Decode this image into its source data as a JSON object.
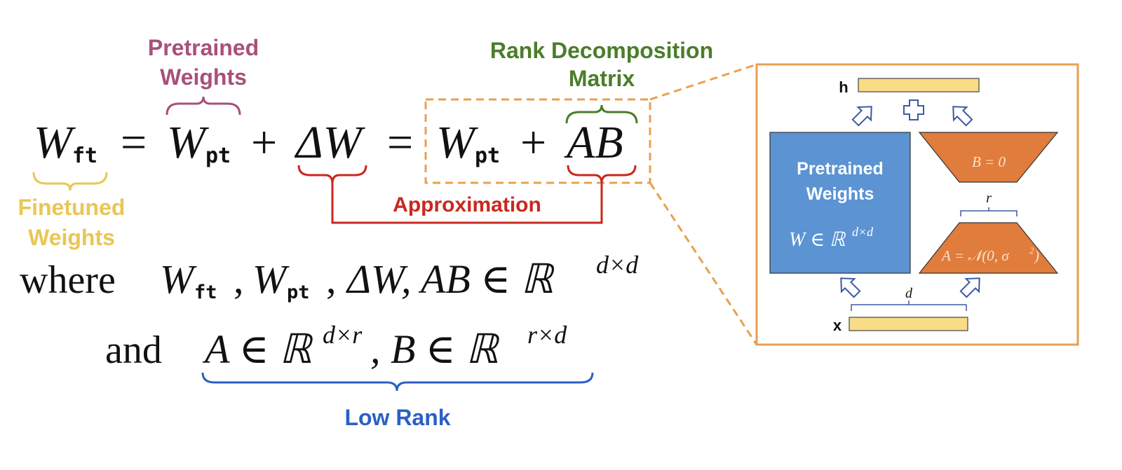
{
  "colors": {
    "pretrained": "#a8507a",
    "rank": "#4b7d2a",
    "finetuned": "#eac654",
    "approx": "#c8281e",
    "lowrank": "#2c5fc4",
    "orange_box": "#e8a050",
    "blue_block": "#5b93d3",
    "orange_block": "#e07c3c",
    "yellow_bar": "#f9dc86",
    "arrow_outline": "#3c5aa0"
  },
  "labels": {
    "pretrained_line1": "Pretrained",
    "pretrained_line2": "Weights",
    "rank_line1": "Rank Decomposition",
    "rank_line2": "Matrix",
    "finetuned_line1": "Finetuned",
    "finetuned_line2": "Weights",
    "approximation": "Approximation",
    "low_rank": "Low Rank"
  },
  "equation": {
    "W": "W",
    "ft": "ft",
    "pt": "pt",
    "eq": "=",
    "plus": "+",
    "delta_w": "ΔW",
    "ab": "AB"
  },
  "where_line": {
    "word": "where",
    "body": "W",
    "comma": ",",
    "list_tail": "ΔW, AB ∈ ℝ",
    "sup": "d×d"
  },
  "and_line": {
    "word": "and",
    "a_part": "A ∈ ℝ",
    "a_sup": "d×r",
    "b_part": ", B ∈ ℝ",
    "b_sup": "r×d"
  },
  "diagram": {
    "h_label": "h",
    "x_label": "x",
    "pretrained_line1": "Pretrained",
    "pretrained_line2": "Weights",
    "w_formula": "W ∈ ℝ",
    "w_sup": "d×d",
    "b_formula": "B = 0",
    "a_formula": "A = 𝒩(0, σ",
    "a_sup": "2",
    "a_close": ")",
    "r_label": "r",
    "d_label": "d",
    "plus_symbol": "+"
  }
}
